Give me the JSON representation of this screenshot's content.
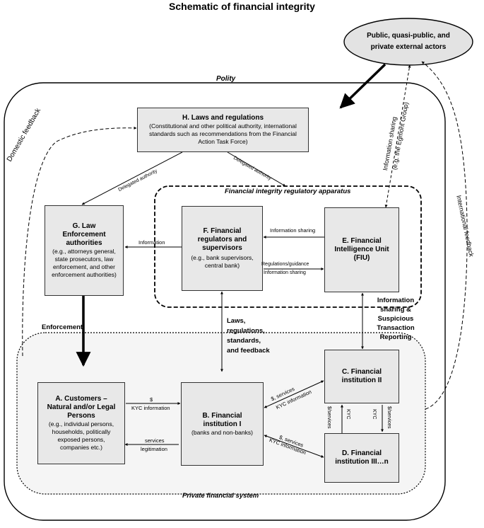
{
  "title": "Schematic of financial integrity",
  "external_actors": "Public, quasi-public, and private external actors",
  "regions": {
    "polity": "Polity",
    "regulatory_apparatus": "Financial integrity regulatory apparatus",
    "private_system": "Private financial system"
  },
  "boxes": {
    "h": {
      "title": "H. Laws and regulations",
      "desc": "(Constitutional and other political authority, international standards such as recommendations from the Financial Action Task Force)"
    },
    "g": {
      "title": "G. Law Enforcement authorities",
      "desc": "(e.g., attorneys general, state prosecutors, law enforcement, and other enforcement authorities)"
    },
    "f": {
      "title": "F. Financial regulators and supervisors",
      "desc": "(e.g., bank supervisors, central bank)"
    },
    "e": {
      "title": "E. Financial Intelligence Unit (FIU)"
    },
    "a": {
      "title": "A. Customers – Natural and/or Legal Persons",
      "desc": "(e.g., individual persons, households, politically exposed persons, companies etc.)"
    },
    "b": {
      "title": "B. Financial institution I",
      "desc": "(banks and non-banks)"
    },
    "c": {
      "title": "C. Financial institution II"
    },
    "d": {
      "title": "D. Financial institution III…n"
    }
  },
  "edges": {
    "domestic_feedback": "Domestic feedback",
    "international_feedback": "International feedback",
    "info_sharing_egmont_1": "Information sharing",
    "info_sharing_egmont_2": "(e.g. the Egmont Group)",
    "delegated_left": "Delegated authority",
    "delegated_right": "Delegated authority",
    "information": "Information",
    "info_sharing_ef": "Information sharing",
    "reg_guidance": "Regulations/guidance",
    "info_sharing_fe": "Information sharing",
    "enforcement": "Enforcement",
    "laws_feedback": [
      "Laws,",
      "regulations,",
      "standards,",
      "and feedback"
    ],
    "info_str": [
      "Information",
      "sharing &",
      "Suspicious",
      "Transaction",
      "Reporting"
    ],
    "ab_top": "$",
    "ab_bottom": "KYC information",
    "ba_top": "services",
    "ba_bottom": "legitimation",
    "bc_top": "$, services",
    "bc_bottom": "KYC information",
    "bd_top": "$, services",
    "bd_bottom": "KYC information",
    "cd_left_1": "$/services",
    "cd_left_2": "KYC",
    "cd_right_1": "KYC",
    "cd_right_2": "$/services"
  }
}
